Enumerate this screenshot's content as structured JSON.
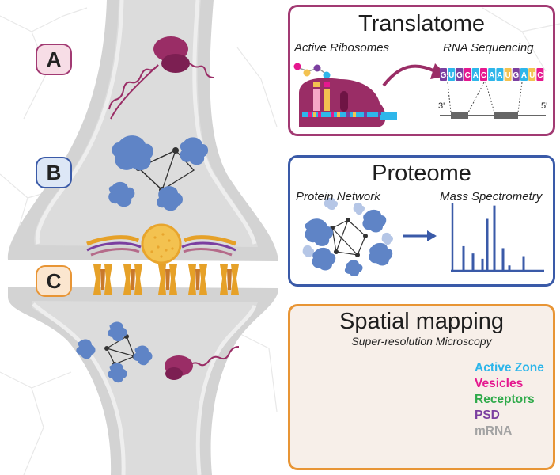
{
  "labels": {
    "a": "A",
    "b": "B",
    "c": "C"
  },
  "translatome": {
    "title": "Translatome",
    "left_label": "Active Ribosomes",
    "right_label": "RNA Sequencing",
    "sequence": [
      "G",
      "U",
      "G",
      "C",
      "A",
      "C",
      "A",
      "A",
      "U",
      "G",
      "A",
      "U",
      "C"
    ],
    "prime3": "3'",
    "prime5": "5'"
  },
  "proteome": {
    "title": "Proteome",
    "left_label": "Protein Network",
    "right_label": "Mass Spectrometry",
    "peaks": [
      0.37,
      0.26,
      0.18,
      0.78,
      0.98,
      0.34,
      0.08,
      0.22
    ]
  },
  "spatial": {
    "title": "Spatial mapping",
    "subtitle": "Super-resolution Microscopy",
    "legend": [
      {
        "label": "Active Zone",
        "color": "#2eb6ea"
      },
      {
        "label": "Vesicles",
        "color": "#e5188f"
      },
      {
        "label": "Receptors",
        "color": "#2faa4a"
      },
      {
        "label": "PSD",
        "color": "#7b3fa0"
      },
      {
        "label": "mRNA",
        "color": "#a3a3a3"
      }
    ]
  },
  "colors": {
    "translatome": "#a23a73",
    "proteome": "#3a5aa8",
    "spatial": "#e89535",
    "protein": "#5f84c6",
    "ribosome": "#9a2d66",
    "receptor": "#e6a128"
  }
}
